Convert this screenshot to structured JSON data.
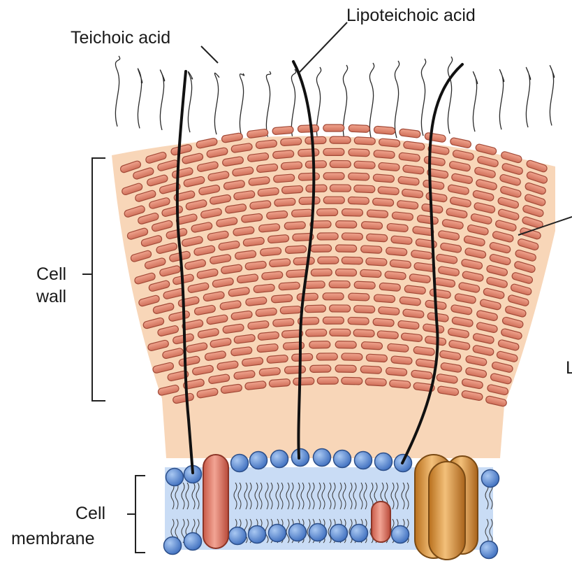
{
  "labels": {
    "teichoic_acid": "Teichoic acid",
    "lipoteichoic_acid": "Lipoteichoic acid",
    "cell_wall_line1": "Cell",
    "cell_wall_line2": "wall",
    "cell_membrane_line1": "Cell",
    "cell_membrane_line2": "membrane",
    "cut_off_letter": "L"
  },
  "colors": {
    "wall_fill": "#f8d6b8",
    "brick_fill": "#e08a72",
    "brick_stroke": "#a24a38",
    "membrane_fill": "#c9dcf5",
    "lipid_head": "#5d8fd8",
    "lipid_head_stroke": "#2c4f8a",
    "protein_red": "#e07a68",
    "protein_orange": "#d99236",
    "fiber": "#111111"
  }
}
